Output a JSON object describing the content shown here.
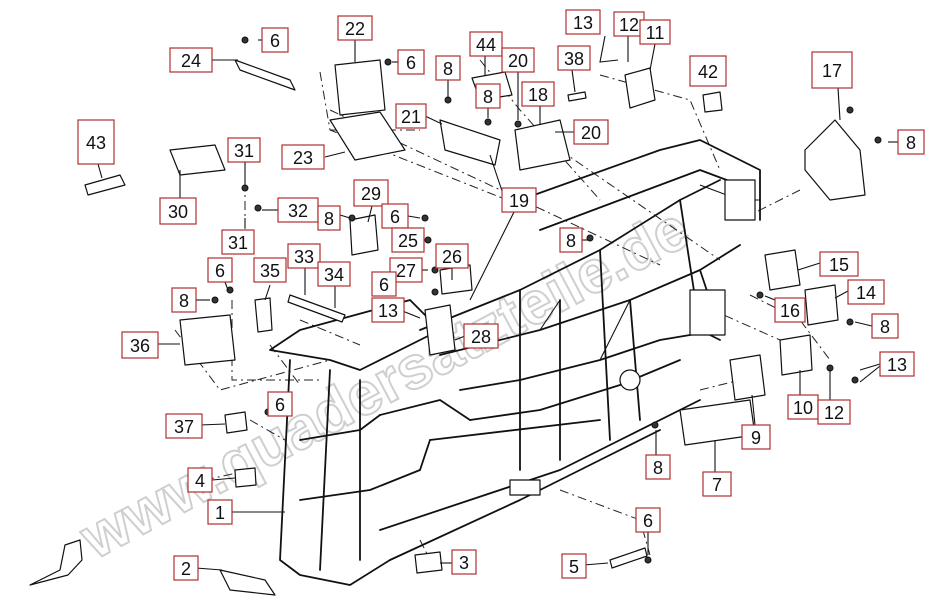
{
  "watermark": "www.quadersatzteile.de",
  "callouts": [
    {
      "id": "c-24",
      "label": "24"
    },
    {
      "id": "c-6a",
      "label": "6"
    },
    {
      "id": "c-22",
      "label": "22"
    },
    {
      "id": "c-6b",
      "label": "6"
    },
    {
      "id": "c-8a",
      "label": "8"
    },
    {
      "id": "c-44",
      "label": "44"
    },
    {
      "id": "c-8b",
      "label": "8"
    },
    {
      "id": "c-20a",
      "label": "20"
    },
    {
      "id": "c-38",
      "label": "38"
    },
    {
      "id": "c-13a",
      "label": "13"
    },
    {
      "id": "c-12a",
      "label": "12"
    },
    {
      "id": "c-11",
      "label": "11"
    },
    {
      "id": "c-42",
      "label": "42"
    },
    {
      "id": "c-17",
      "label": "17"
    },
    {
      "id": "c-8c",
      "label": "8"
    },
    {
      "id": "c-21",
      "label": "21"
    },
    {
      "id": "c-18",
      "label": "18"
    },
    {
      "id": "c-20b",
      "label": "20"
    },
    {
      "id": "c-43",
      "label": "43"
    },
    {
      "id": "c-31a",
      "label": "31"
    },
    {
      "id": "c-23",
      "label": "23"
    },
    {
      "id": "c-30",
      "label": "30"
    },
    {
      "id": "c-32",
      "label": "32"
    },
    {
      "id": "c-29",
      "label": "29"
    },
    {
      "id": "c-8d",
      "label": "8"
    },
    {
      "id": "c-6c",
      "label": "6"
    },
    {
      "id": "c-19",
      "label": "19"
    },
    {
      "id": "c-31b",
      "label": "31"
    },
    {
      "id": "c-25",
      "label": "25"
    },
    {
      "id": "c-8e",
      "label": "8"
    },
    {
      "id": "c-26",
      "label": "26"
    },
    {
      "id": "c-6d",
      "label": "6"
    },
    {
      "id": "c-35",
      "label": "35"
    },
    {
      "id": "c-33",
      "label": "33"
    },
    {
      "id": "c-34",
      "label": "34"
    },
    {
      "id": "c-27",
      "label": "27"
    },
    {
      "id": "c-6e",
      "label": "6"
    },
    {
      "id": "c-15",
      "label": "15"
    },
    {
      "id": "c-8f",
      "label": "8"
    },
    {
      "id": "c-16",
      "label": "16"
    },
    {
      "id": "c-14",
      "label": "14"
    },
    {
      "id": "c-13b",
      "label": "13"
    },
    {
      "id": "c-28",
      "label": "28"
    },
    {
      "id": "c-36",
      "label": "36"
    },
    {
      "id": "c-8g",
      "label": "8"
    },
    {
      "id": "c-13c",
      "label": "13"
    },
    {
      "id": "c-10",
      "label": "10"
    },
    {
      "id": "c-12b",
      "label": "12"
    },
    {
      "id": "c-37",
      "label": "37"
    },
    {
      "id": "c-6f",
      "label": "6"
    },
    {
      "id": "c-9",
      "label": "9"
    },
    {
      "id": "c-4",
      "label": "4"
    },
    {
      "id": "c-8h",
      "label": "8"
    },
    {
      "id": "c-7",
      "label": "7"
    },
    {
      "id": "c-1",
      "label": "1"
    },
    {
      "id": "c-6g",
      "label": "6"
    },
    {
      "id": "c-2",
      "label": "2"
    },
    {
      "id": "c-3",
      "label": "3"
    },
    {
      "id": "c-5",
      "label": "5"
    }
  ]
}
